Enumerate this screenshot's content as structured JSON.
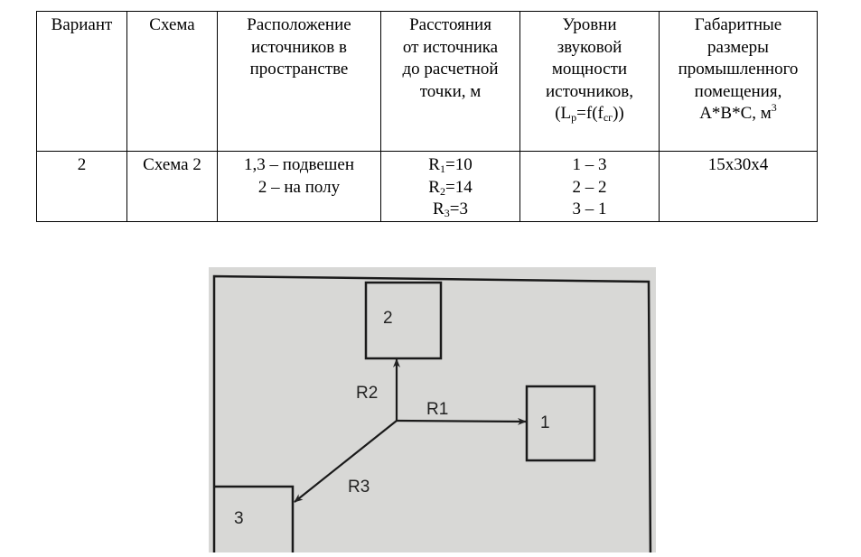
{
  "table": {
    "headers": [
      "Вариант",
      "Схема",
      [
        "Расположение",
        "источников в",
        "пространстве"
      ],
      [
        "Расстояния",
        "от источника",
        "до расчетной",
        "точки, м"
      ],
      [
        "Уровни",
        "звуковой",
        "мощности",
        "источников,"
      ],
      [
        "Габаритные",
        "размеры",
        "промышленного",
        "помещения,"
      ]
    ],
    "header_formula": {
      "open": "(L",
      "sub1": "p",
      "mid": "=f(f",
      "sub2": "сг",
      "close": "))"
    },
    "header_dims": {
      "text": "A*B*C, м",
      "sup": "3"
    },
    "row": {
      "variant": "2",
      "scheme": "Схема 2",
      "placement": [
        "1,3 – подвешен",
        "2 – на полу"
      ],
      "distances": [
        {
          "r": "R",
          "i": "1",
          "v": "=10"
        },
        {
          "r": "R",
          "i": "2",
          "v": "=14"
        },
        {
          "r": "R",
          "i": "3",
          "v": "=3"
        }
      ],
      "levels": [
        "1 – 3",
        "2 – 2",
        "3 – 1"
      ],
      "dimensions": "15x30x4"
    }
  },
  "diagram": {
    "sources": [
      "1",
      "2",
      "3"
    ],
    "labels": {
      "r1": "R1",
      "r2": "R2",
      "r3": "R3"
    }
  }
}
